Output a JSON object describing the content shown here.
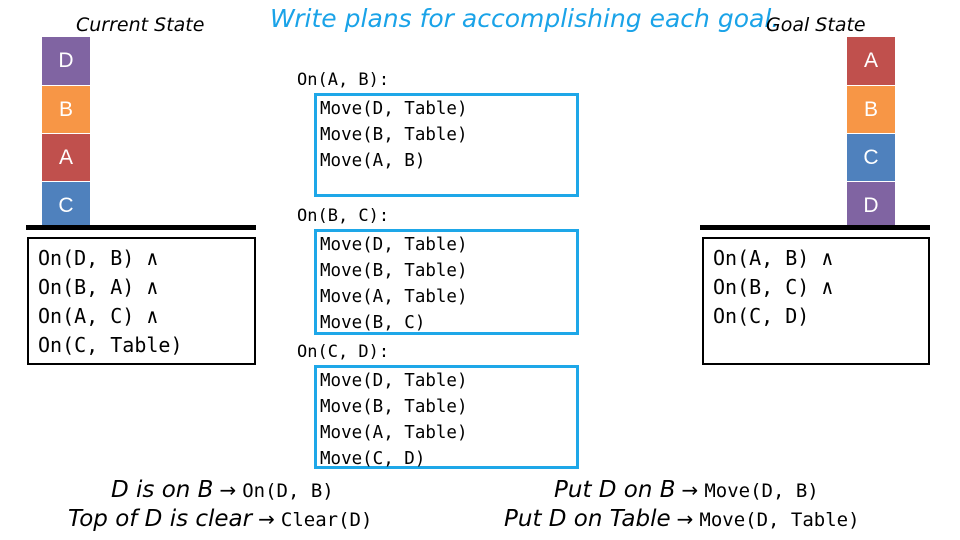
{
  "title": "Write plans for accomplishing each goal.",
  "current_state": {
    "label": "Current State",
    "blocks": [
      {
        "letter": "D",
        "color": "#8064a2"
      },
      {
        "letter": "B",
        "color": "#f79646"
      },
      {
        "letter": "A",
        "color": "#c0504d"
      },
      {
        "letter": "C",
        "color": "#4f81bd"
      }
    ],
    "conditions": [
      "On(D, B) ∧",
      "On(B, A) ∧",
      "On(A, C) ∧",
      "On(C, Table)"
    ]
  },
  "goal_state": {
    "label": "Goal State",
    "blocks": [
      {
        "letter": "A",
        "color": "#c0504d"
      },
      {
        "letter": "B",
        "color": "#f79646"
      },
      {
        "letter": "C",
        "color": "#4f81bd"
      },
      {
        "letter": "D",
        "color": "#8064a2"
      }
    ],
    "conditions": [
      "On(A, B) ∧",
      "On(B, C) ∧",
      "On(C, D)"
    ]
  },
  "plans": [
    {
      "goal": "On(A, B):",
      "steps": [
        "Move(D, Table)",
        "Move(B, Table)",
        "Move(A, B)"
      ]
    },
    {
      "goal": "On(B, C):",
      "steps": [
        "Move(D, Table)",
        "Move(B, Table)",
        "Move(A, Table)",
        "Move(B, C)"
      ]
    },
    {
      "goal": "On(C, D):",
      "steps": [
        "Move(D, Table)",
        "Move(B, Table)",
        "Move(A, Table)",
        "Move(C, D)"
      ]
    }
  ],
  "notes": [
    {
      "text": "D is on B",
      "arrow": "→",
      "code": "On(D, B)"
    },
    {
      "text": "Top of D is clear",
      "arrow": "→",
      "code": "Clear(D)"
    },
    {
      "text": "Put D on B",
      "arrow": "→",
      "code": "Move(D, B)"
    },
    {
      "text": "Put D on Table",
      "arrow": "→",
      "code": "Move(D, Table)"
    }
  ]
}
